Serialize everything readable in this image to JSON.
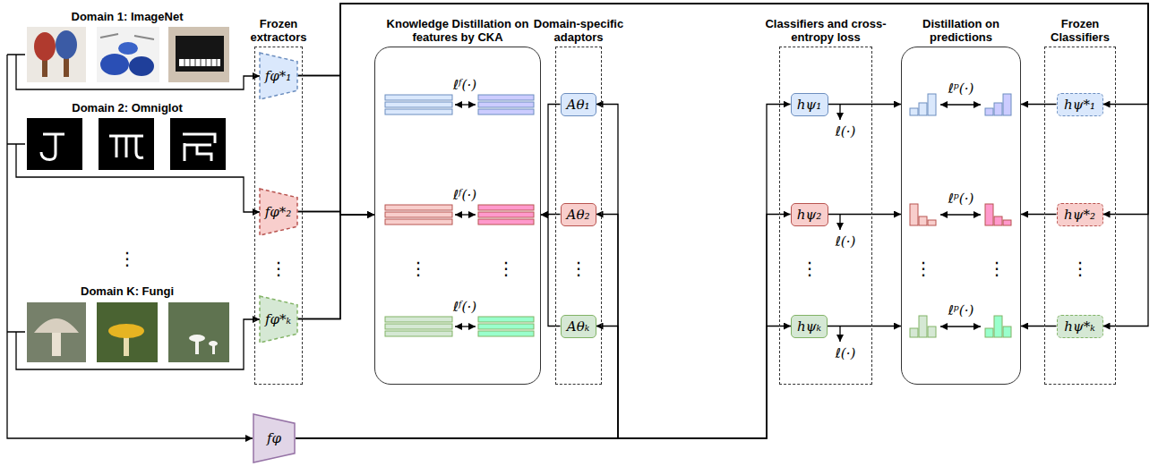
{
  "diagram": {
    "nodes": [
      {
        "text": [
          "Frozen extractors"
        ]
      },
      {
        "text": [
          "fφ*₁"
        ],
        "in": 0
      },
      {
        "text": [
          "fφ*₂"
        ],
        "in": 0
      },
      {
        "text": [
          "fφ*ₖ"
        ],
        "in": 0
      },
      {
        "text": [
          "Knowledge Distillation on features by CKA"
        ]
      },
      {
        "text": [
          "Domain-specific adaptors"
        ]
      },
      {
        "text": [
          "Aθ₁"
        ],
        "in": 5
      },
      {
        "text": [
          "Aθ₂"
        ],
        "in": 5
      },
      {
        "text": [
          "Aθₖ"
        ],
        "in": 5
      },
      {
        "text": [
          "Classifiers and cross-entropy loss"
        ]
      },
      {
        "text": [
          "hψ₁"
        ],
        "in": 9
      },
      {
        "text": [
          "hψ₂"
        ],
        "in": 9
      },
      {
        "text": [
          "hψₖ"
        ],
        "in": 9
      },
      {
        "text": [
          "Distillation on predictions"
        ]
      },
      {
        "text": [
          "Frozen Classifiers"
        ]
      },
      {
        "text": [
          "hψ*₁"
        ],
        "in": 14
      },
      {
        "text": [
          "hψ*₂"
        ],
        "in": 14
      },
      {
        "text": [
          "hψ*ₖ"
        ],
        "in": 14
      },
      {
        "text": [
          "fφ"
        ]
      }
    ],
    "edges": [
      {
        "from": 1,
        "to": 4,
        "arrow": "to"
      },
      {
        "from": 2,
        "to": 4,
        "arrow": "to"
      },
      {
        "from": 3,
        "to": 4,
        "arrow": "to"
      },
      {
        "from": 6,
        "to": 4,
        "arrow": "to"
      },
      {
        "from": 7,
        "to": 4,
        "arrow": "to"
      },
      {
        "from": 8,
        "to": 4,
        "arrow": "to"
      },
      {
        "from": 18,
        "to": 6,
        "arrow": "to"
      },
      {
        "from": 18,
        "to": 7,
        "arrow": "to"
      },
      {
        "from": 18,
        "to": 8,
        "arrow": "to"
      },
      {
        "from": 18,
        "to": 10,
        "arrow": "to"
      },
      {
        "from": 18,
        "to": 11,
        "arrow": "to"
      },
      {
        "from": 18,
        "to": 12,
        "arrow": "to"
      },
      {
        "from": 10,
        "to": 13,
        "arrow": "to"
      },
      {
        "from": 11,
        "to": 13,
        "arrow": "to"
      },
      {
        "from": 12,
        "to": 13,
        "arrow": "to"
      },
      {
        "from": 15,
        "to": 13,
        "arrow": "to"
      },
      {
        "from": 16,
        "to": 13,
        "arrow": "to"
      },
      {
        "from": 17,
        "to": 13,
        "arrow": "to"
      },
      {
        "from": 1,
        "to": 15,
        "arrow": "to"
      },
      {
        "from": 2,
        "to": 16,
        "arrow": "to"
      },
      {
        "from": 3,
        "to": 17,
        "arrow": "to"
      }
    ],
    "labels": [
      "Domain 1: ImageNet",
      "Domain 2: Omniglot",
      "⋮",
      "Domain K: Fungi",
      "⋮",
      "ℓᶠ(·)",
      "ℓᶠ(·)",
      "ℓᶠ(·)",
      "⋮",
      "⋮",
      "⋮",
      "ℓ(·)",
      "ℓ(·)",
      "ℓ(·)",
      "⋮",
      "ℓᵖ(·)",
      "ℓᵖ(·)",
      "ℓᵖ(·)",
      "⋮",
      "⋮",
      "⋮"
    ]
  }
}
